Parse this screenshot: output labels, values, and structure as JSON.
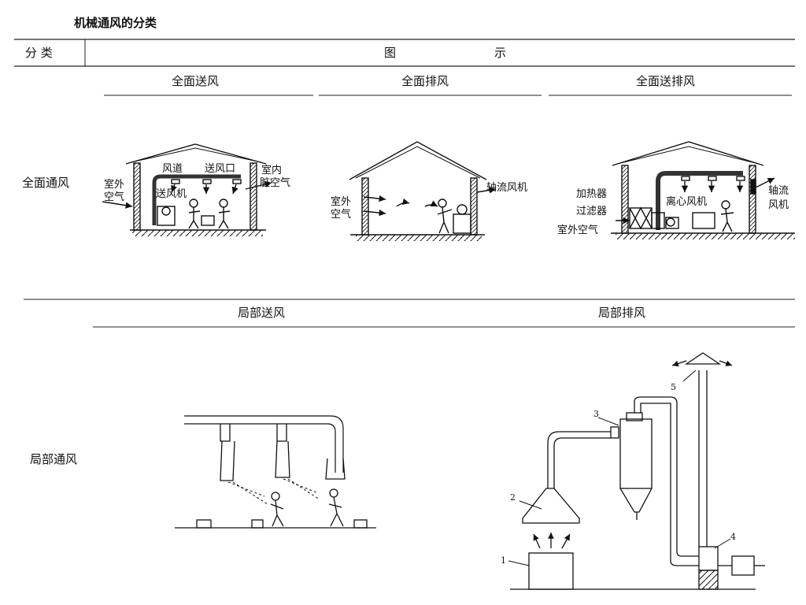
{
  "page_title": "机械通风的分类",
  "table_header": {
    "category": "分  类",
    "figure_left": "图",
    "figure_right": "示"
  },
  "rows": [
    {
      "category": "全面通风",
      "panels": [
        {
          "title": "全面送风",
          "labels": {
            "duct": "风道",
            "outlet": "送风口",
            "fan": "送风机",
            "outdoor_air_1": "室外",
            "outdoor_air_2": "空气",
            "indoor_dirty_1": "室内",
            "indoor_dirty_2": "脏空气"
          }
        },
        {
          "title": "全面排风",
          "labels": {
            "axial_fan": "轴流风机",
            "outdoor_air_1": "室外",
            "outdoor_air_2": "空气"
          }
        },
        {
          "title": "全面送排风",
          "labels": {
            "heater": "加热器",
            "filter": "过滤器",
            "outdoor_air": "室外空气",
            "centrifugal_fan": "离心风机",
            "axial_fan_1": "轴流",
            "axial_fan_2": "风机"
          }
        }
      ]
    },
    {
      "category": "局部通风",
      "panels": [
        {
          "title": "局部送风"
        },
        {
          "title": "局部排风",
          "numbers": [
            "1",
            "2",
            "3",
            "4",
            "5"
          ]
        }
      ]
    }
  ]
}
